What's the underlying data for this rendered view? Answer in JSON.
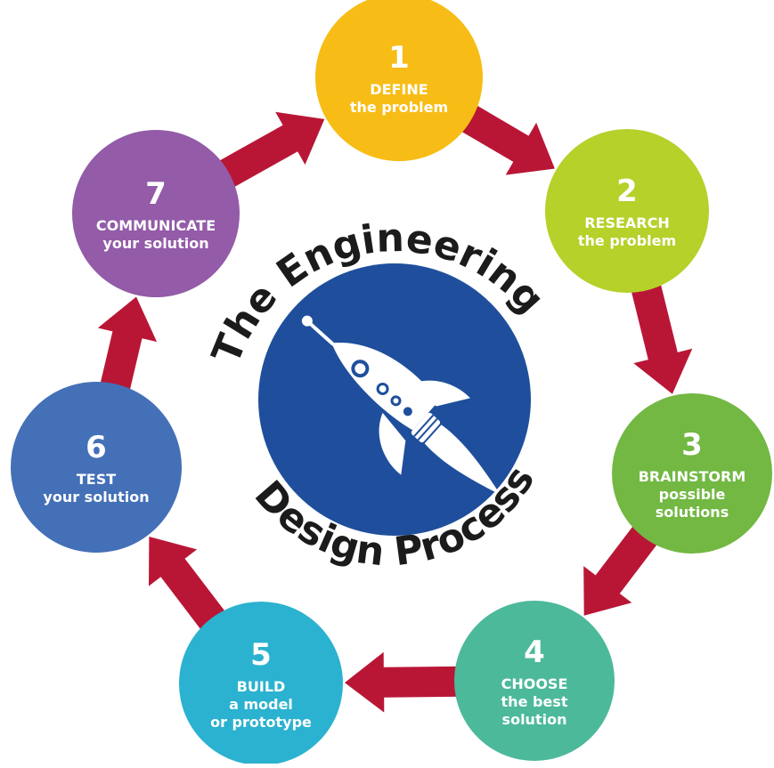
{
  "title": {
    "line1": "The Engineering",
    "line2": "Design Process"
  },
  "center_icon": "rocket-icon",
  "colors": {
    "arrow": "#b91636",
    "center": "#1f4f9c",
    "step1": "#f7bd16",
    "step2": "#b5d12a",
    "step3": "#72b843",
    "step4": "#4cb99a",
    "step5": "#2bb2d0",
    "step6": "#4470b7",
    "step7": "#935ba8"
  },
  "steps": [
    {
      "number": "1",
      "lines": [
        "DEFINE",
        "the problem"
      ]
    },
    {
      "number": "2",
      "lines": [
        "RESEARCH",
        "the problem"
      ]
    },
    {
      "number": "3",
      "lines": [
        "BRAINSTORM",
        "possible",
        "solutions"
      ]
    },
    {
      "number": "4",
      "lines": [
        "CHOOSE",
        "the best",
        "solution"
      ]
    },
    {
      "number": "5",
      "lines": [
        "BUILD",
        "a model",
        "or prototype"
      ]
    },
    {
      "number": "6",
      "lines": [
        "TEST",
        "your solution"
      ]
    },
    {
      "number": "7",
      "lines": [
        "COMMUNICATE",
        "your solution"
      ]
    }
  ]
}
